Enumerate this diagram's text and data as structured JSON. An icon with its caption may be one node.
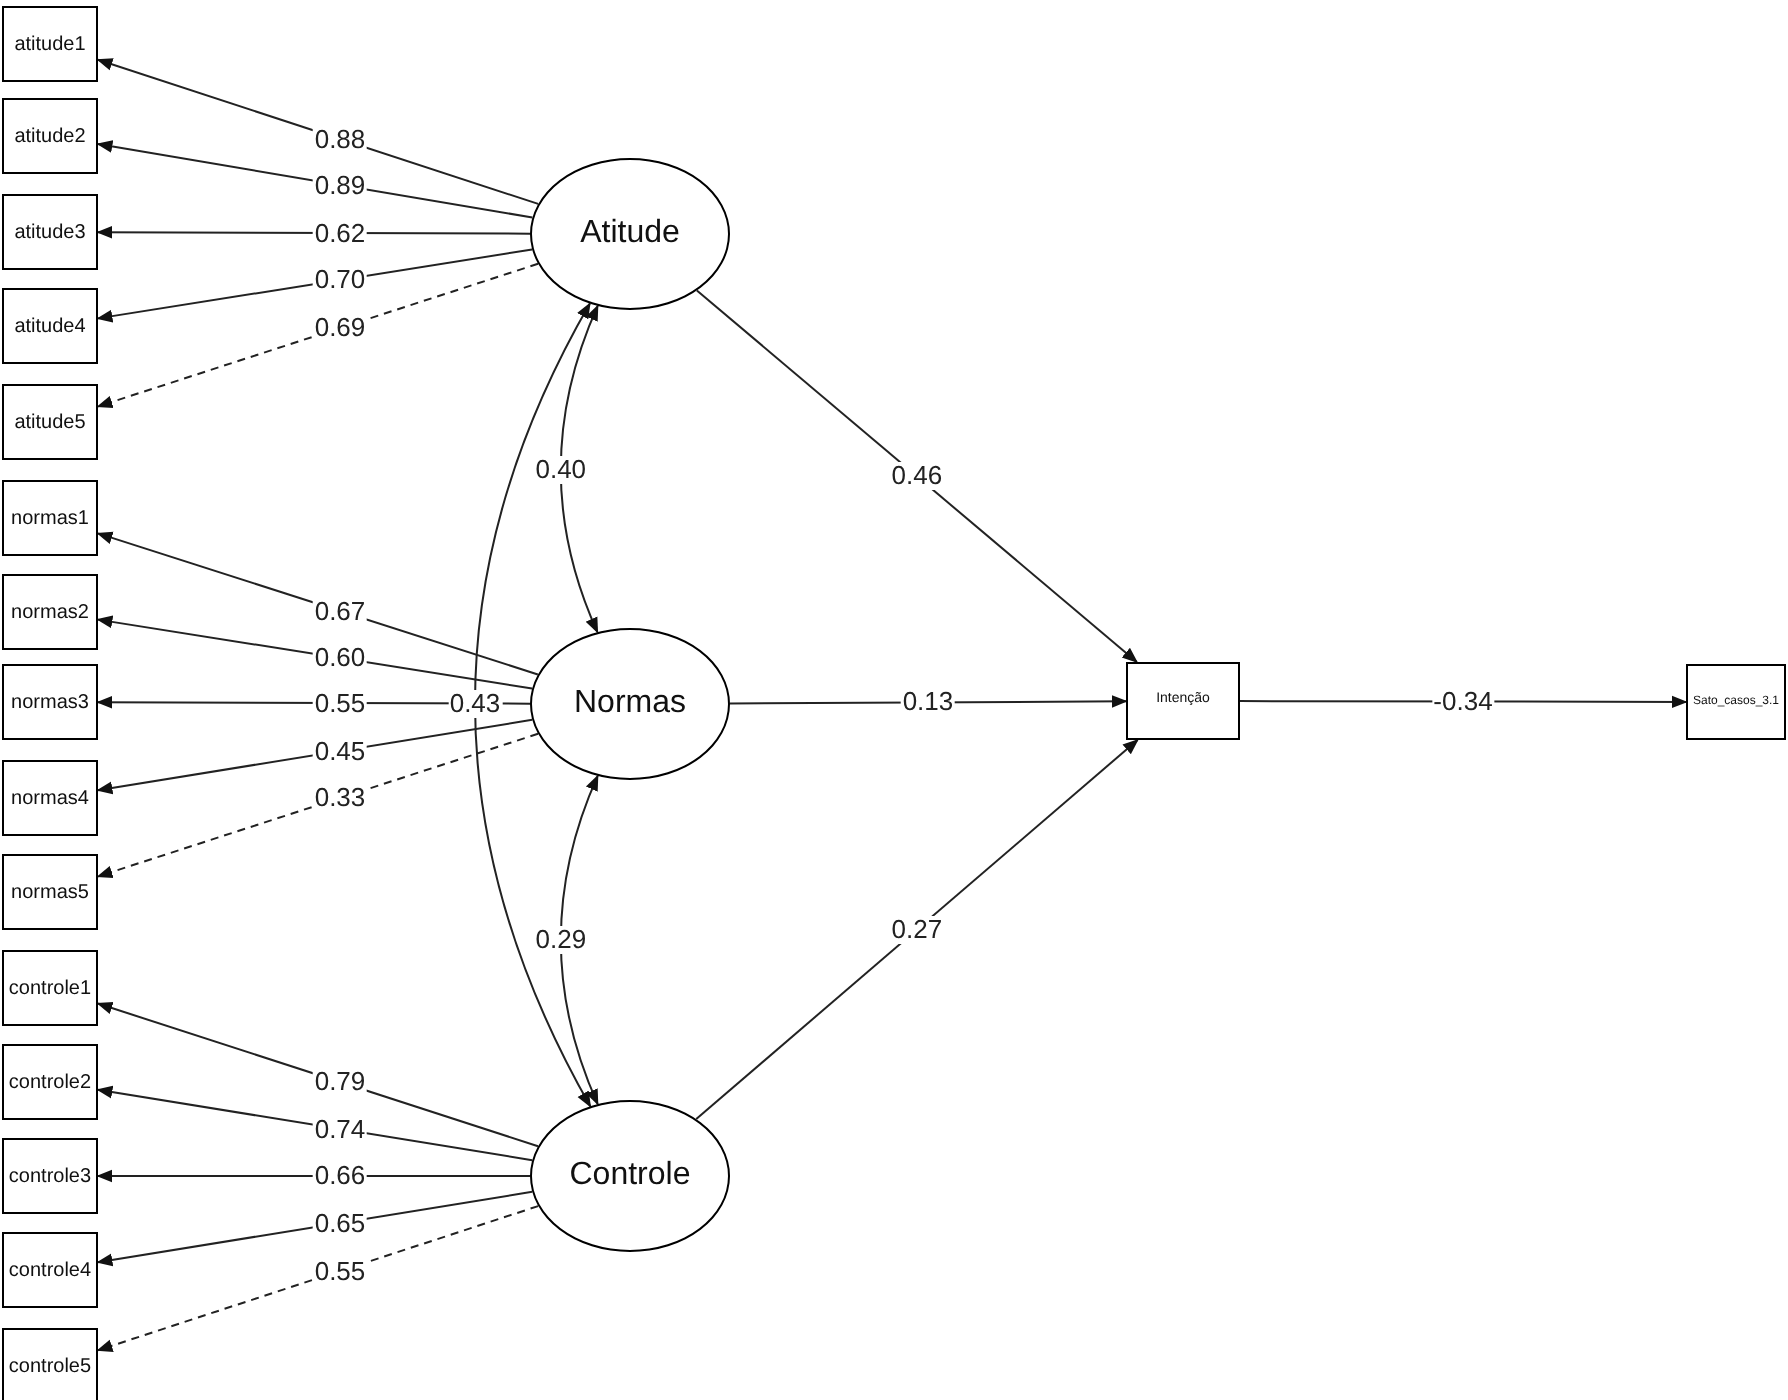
{
  "diagram": {
    "nodes": [
      {
        "text": [
          "atitude1"
        ]
      },
      {
        "text": [
          "atitude2"
        ]
      },
      {
        "text": [
          "atitude3"
        ]
      },
      {
        "text": [
          "atitude4"
        ]
      },
      {
        "text": [
          "atitude5"
        ]
      },
      {
        "text": [
          "normas1"
        ]
      },
      {
        "text": [
          "normas2"
        ]
      },
      {
        "text": [
          "normas3"
        ]
      },
      {
        "text": [
          "normas4"
        ]
      },
      {
        "text": [
          "normas5"
        ]
      },
      {
        "text": [
          "controle1"
        ]
      },
      {
        "text": [
          "controle2"
        ]
      },
      {
        "text": [
          "controle3"
        ]
      },
      {
        "text": [
          "controle4"
        ]
      },
      {
        "text": [
          "controle5"
        ]
      },
      {
        "text": [
          "Atitude"
        ]
      },
      {
        "text": [
          "Normas"
        ]
      },
      {
        "text": [
          "Controle"
        ]
      },
      {
        "text": [
          "Intenção"
        ]
      },
      {
        "text": [
          "Sato_casos_3.1"
        ]
      }
    ],
    "edges": [
      {
        "from": 15,
        "to": 0,
        "arrow": "to",
        "label": "0.88"
      },
      {
        "from": 15,
        "to": 1,
        "arrow": "to",
        "label": "0.89"
      },
      {
        "from": 15,
        "to": 2,
        "arrow": "to",
        "label": "0.62"
      },
      {
        "from": 15,
        "to": 3,
        "arrow": "to",
        "label": "0.70"
      },
      {
        "from": 15,
        "to": 4,
        "arrow": "to",
        "label": "0.69",
        "style": "dashed"
      },
      {
        "from": 16,
        "to": 5,
        "arrow": "to",
        "label": "0.67"
      },
      {
        "from": 16,
        "to": 6,
        "arrow": "to",
        "label": "0.60"
      },
      {
        "from": 16,
        "to": 7,
        "arrow": "to",
        "label": "0.55"
      },
      {
        "from": 16,
        "to": 8,
        "arrow": "to",
        "label": "0.45"
      },
      {
        "from": 16,
        "to": 9,
        "arrow": "to",
        "label": "0.33",
        "style": "dashed"
      },
      {
        "from": 17,
        "to": 10,
        "arrow": "to",
        "label": "0.79"
      },
      {
        "from": 17,
        "to": 11,
        "arrow": "to",
        "label": "0.74"
      },
      {
        "from": 17,
        "to": 12,
        "arrow": "to",
        "label": "0.66"
      },
      {
        "from": 17,
        "to": 13,
        "arrow": "to",
        "label": "0.65"
      },
      {
        "from": 17,
        "to": 14,
        "arrow": "to",
        "label": "0.55",
        "style": "dashed"
      },
      {
        "from": 15,
        "to": 16,
        "arrow": "both",
        "label": "0.40"
      },
      {
        "from": 15,
        "to": 17,
        "arrow": "both",
        "label": "0.43"
      },
      {
        "from": 16,
        "to": 17,
        "arrow": "both",
        "label": "0.29"
      },
      {
        "from": 15,
        "to": 18,
        "arrow": "to",
        "label": "0.46"
      },
      {
        "from": 16,
        "to": 18,
        "arrow": "to",
        "label": "0.13"
      },
      {
        "from": 17,
        "to": 18,
        "arrow": "to",
        "label": "0.27"
      },
      {
        "from": 18,
        "to": 19,
        "arrow": "to",
        "label": "-0.34"
      }
    ]
  }
}
